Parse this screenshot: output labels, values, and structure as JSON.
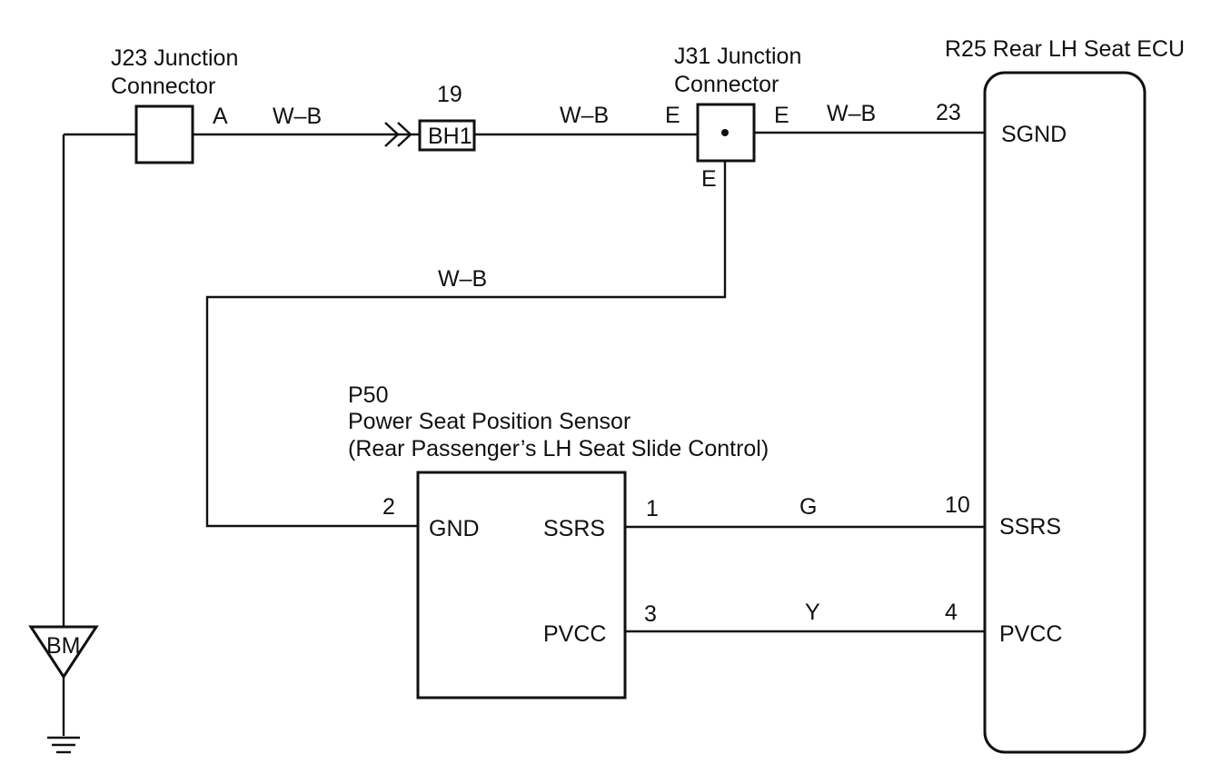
{
  "colors": {
    "ink": "#111111",
    "background": "#ffffff"
  },
  "components": {
    "j23": {
      "title_line1": "J23 Junction",
      "title_line2": "Connector",
      "pin": "A"
    },
    "bh1": {
      "label": "BH1",
      "pin": "19"
    },
    "j31": {
      "title_line1": "J31 Junction",
      "title_line2": "Connector",
      "pin_in": "E",
      "pin_out": "E",
      "pin_down": "E"
    },
    "ecu": {
      "title": "R25 Rear LH Seat ECU",
      "sgnd_pin": "23",
      "sgnd_label": "SGND",
      "ssrs_pin": "10",
      "ssrs_label": "SSRS",
      "pvcc_pin": "4",
      "pvcc_label": "PVCC"
    },
    "sensor": {
      "code": "P50",
      "name": "Power Seat Position Sensor",
      "subtitle": "(Rear Passenger’s LH Seat Slide Control)",
      "gnd_pin": "2",
      "gnd_label": "GND",
      "ssrs_pin": "1",
      "ssrs_label": "SSRS",
      "pvcc_pin": "3",
      "pvcc_label": "PVCC"
    },
    "ground": {
      "label": "BM",
      "icon": "ground-icon"
    }
  },
  "wires": {
    "j23_to_bh1": "W–B",
    "bh1_to_j31": "W–B",
    "j31_to_ecu": "W–B",
    "j31_to_sensor": "W–B",
    "ssrs": "G",
    "pvcc": "Y"
  }
}
